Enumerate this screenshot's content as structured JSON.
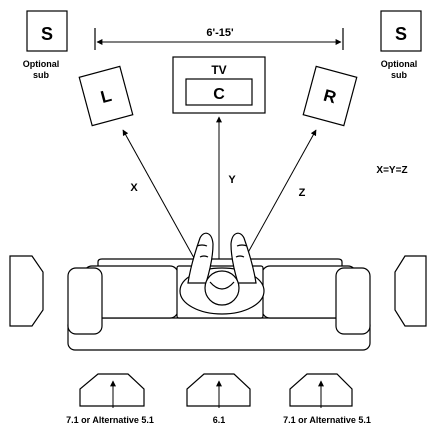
{
  "sub_left": {
    "box_label": "S",
    "caption_line1": "Optional",
    "caption_line2": "sub"
  },
  "sub_right": {
    "box_label": "S",
    "caption_line1": "Optional",
    "caption_line2": "sub"
  },
  "distance_label": "6'-15'",
  "tv": {
    "label": "TV",
    "center_label": "C"
  },
  "speaker_left": {
    "label": "L"
  },
  "speaker_right": {
    "label": "R"
  },
  "lines": {
    "x": "X",
    "y": "Y",
    "z": "Z"
  },
  "equation": "X=Y=Z",
  "rear": {
    "left_caption": "7.1 or Alternative 5.1",
    "center_caption": "6.1",
    "right_caption": "7.1 or Alternative 5.1"
  }
}
